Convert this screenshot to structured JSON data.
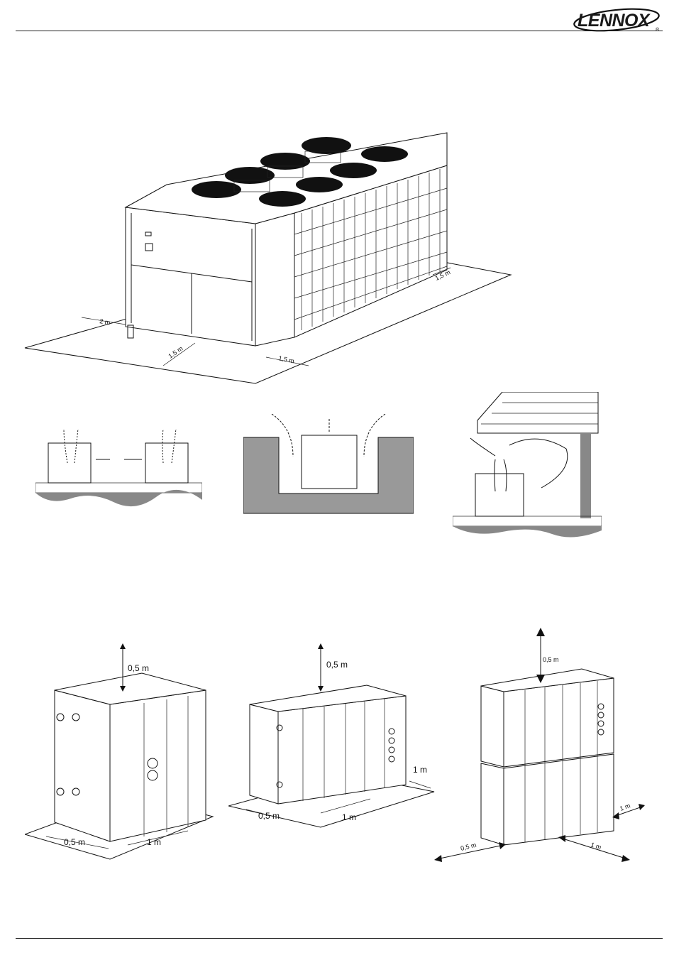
{
  "header": {
    "brand": "LENNOX",
    "registered_mark": "®"
  },
  "figure_top": {
    "dims": {
      "front": "2 m",
      "left_side": "1,5 m",
      "right_front": "1,5 m",
      "rear": "1,5 m"
    }
  },
  "figure_bottom": {
    "left": {
      "top": "0,5 m",
      "front": "0,5 m",
      "side": "1 m"
    },
    "middle": {
      "top": "0,5 m",
      "front": "0,5 m",
      "side": "1 m",
      "back": "1 m"
    },
    "right": {
      "top": "0,5 m",
      "front": "0,5 m",
      "side": "1 m",
      "back": "1 m"
    }
  },
  "colors": {
    "line": "#111111",
    "background": "#ffffff"
  }
}
